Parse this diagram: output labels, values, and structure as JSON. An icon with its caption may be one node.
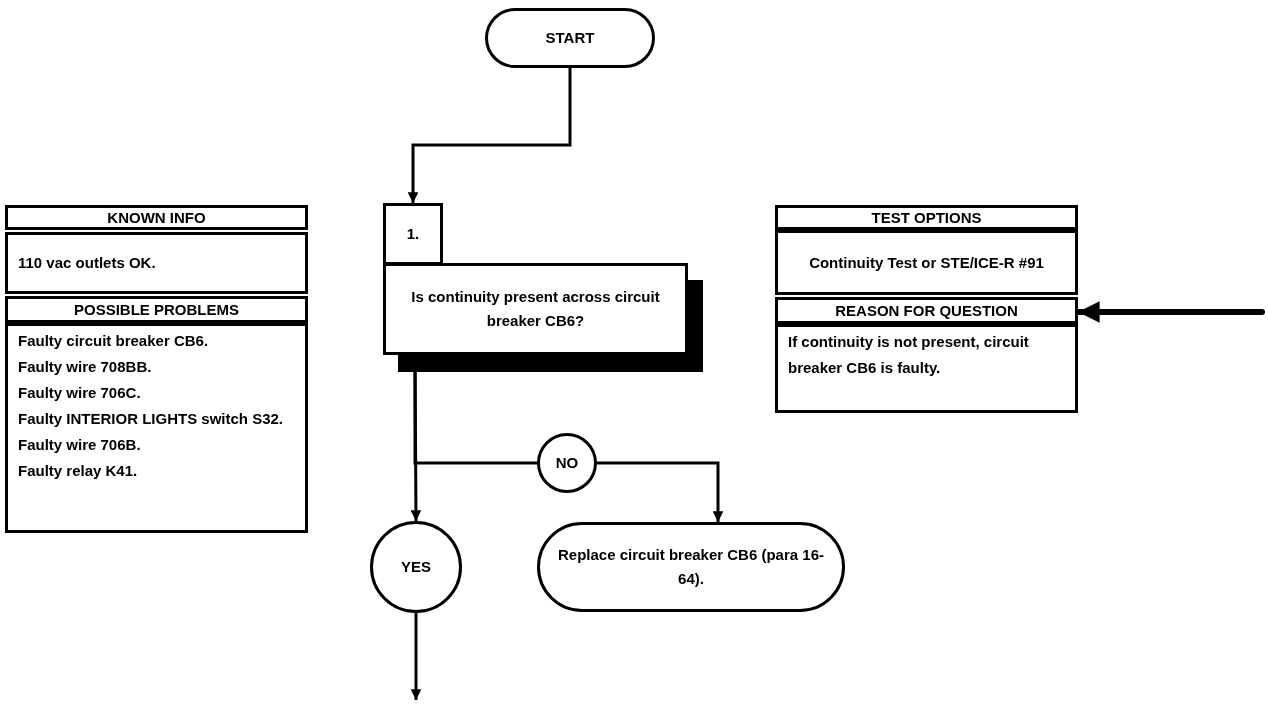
{
  "diagram": {
    "nodes": [
      {
        "text": [
          "START"
        ]
      },
      {
        "text": [
          "1."
        ]
      },
      {
        "text": [
          "Is continuity present across circuit breaker CB6?"
        ]
      },
      {
        "text": [
          "KNOWN INFO"
        ]
      },
      {
        "text": [
          "110 vac outlets OK."
        ]
      },
      {
        "text": [
          "POSSIBLE PROBLEMS"
        ]
      },
      {
        "text": [
          "Faulty circuit breaker CB6.",
          "Faulty wire 708BB.",
          "Faulty wire 706C.",
          "Faulty INTERIOR LIGHTS switch S32.",
          "Faulty wire 706B.",
          "Faulty relay K41."
        ]
      },
      {
        "text": [
          "TEST OPTIONS"
        ]
      },
      {
        "text": [
          "Continuity Test or STE/ICE-R #91"
        ]
      },
      {
        "text": [
          "REASON FOR QUESTION"
        ]
      },
      {
        "text": [
          "If continuity is not present, circuit breaker CB6 is faulty."
        ]
      },
      {
        "text": [
          "NO"
        ]
      },
      {
        "text": [
          "YES"
        ]
      },
      {
        "text": [
          "Replace circuit breaker CB6 (para 16-64)."
        ]
      }
    ],
    "edges": [
      {
        "from": 0,
        "to": 1,
        "arrow": "to"
      },
      {
        "from": 2,
        "to": 12,
        "arrow": "to"
      },
      {
        "from": 2,
        "to": 11,
        "arrow": "none"
      },
      {
        "from": 11,
        "to": 13,
        "arrow": "to"
      },
      {
        "from": null,
        "to": 9,
        "arrow": "to",
        "style": "thick"
      },
      {
        "from": 12,
        "to": null,
        "arrow": "to"
      }
    ]
  }
}
